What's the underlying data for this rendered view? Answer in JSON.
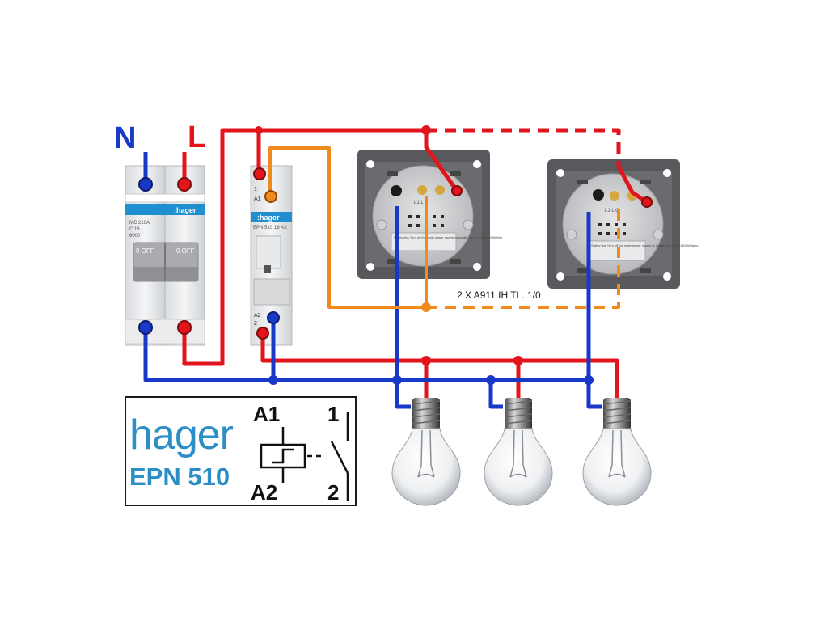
{
  "supply": {
    "neutral_label": "N",
    "line_label": "L"
  },
  "breaker": {
    "brand": ":hager",
    "model": "MC 216A",
    "rating": "C 16",
    "capacity": "6000",
    "off_text_left": "0  OFF",
    "off_text_right": "0  OFF"
  },
  "relay": {
    "brand": ":hager",
    "model": "EPN 510",
    "spec_text": "16 AX",
    "terminal_a1": "A1",
    "terminal_1": "1",
    "terminal_a2": "A2",
    "terminal_2": "2"
  },
  "switch_modules": {
    "caption": "2 X  A911 IH TL. 1/0",
    "left_label_text": "Safety tips  Turn off the main power supply to install. (AC110-250V 50/60Hz)",
    "right_label_text": "Safety tips  Turn off the main power supply to install. (DC5V 1~1500W lamp)",
    "terminal_text": "L1  L  C"
  },
  "legend": {
    "brand": "hager",
    "model": "EPN 510",
    "a1": "A1",
    "a2": "A2",
    "contact_1": "1",
    "contact_2": "2"
  },
  "colors": {
    "line": "#e3141c",
    "neutral": "#1838c8",
    "control": "#f08a1c",
    "brand_blue": "#2b8ec6"
  },
  "lamps": {
    "count": 3
  }
}
